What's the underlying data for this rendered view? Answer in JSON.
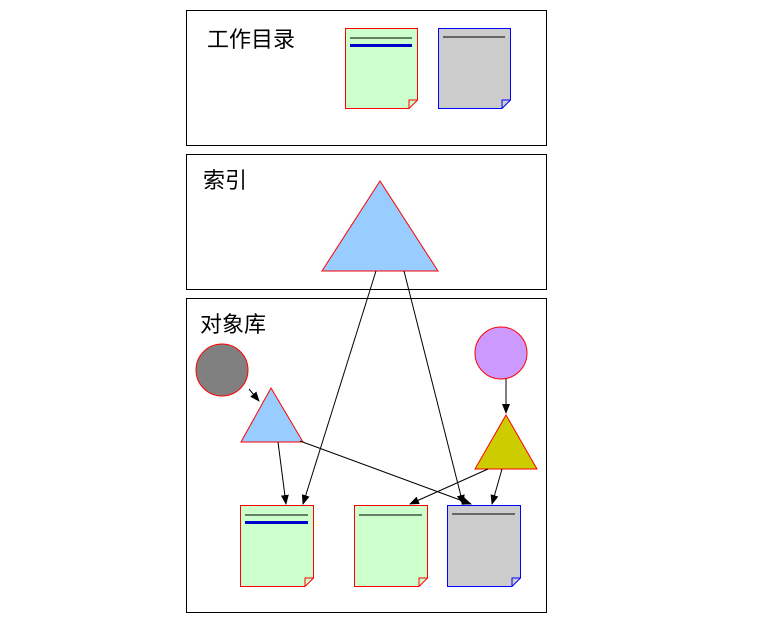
{
  "panels": {
    "working_directory": {
      "label": "工作目录"
    },
    "index": {
      "label": "索引"
    },
    "object_store": {
      "label": "对象库"
    }
  },
  "colors": {
    "panel_border": "#000000",
    "file_green_fill": "#ccffcc",
    "file_green_border": "#ff0000",
    "file_gray_fill": "#cccccc",
    "file_gray_border": "#0000ff",
    "tree_triangle_fill": "#99ccff",
    "commit_triangle_fill": "#cccc00",
    "commit_circle_fill": "#cc99ff",
    "tag_circle_fill": "#808080",
    "shape_border": "#ff0000",
    "modified_line": "#0000cc",
    "arrow": "#000000"
  }
}
